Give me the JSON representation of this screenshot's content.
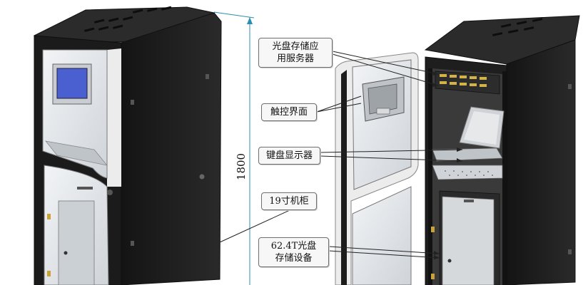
{
  "dimension": {
    "height_label": "1800"
  },
  "callouts": {
    "server": {
      "line1": "光盘存储应",
      "line2": "用服务器"
    },
    "touch": {
      "label": "触控界面"
    },
    "kvm": {
      "label": "键盘显示器"
    },
    "cabinet": {
      "label": "19寸机柜"
    },
    "storage": {
      "line1": "62.4T光盘",
      "line2": "存储设备"
    }
  },
  "colors": {
    "cabinet_body": "#1b1b1b",
    "cabinet_edge": "#3a3a3a",
    "door_frame": "#ececec",
    "screen": "#4a5fd0",
    "glass": "#e6e9ec",
    "dimension_line": "#2a8fb0",
    "leader_line": "#222222"
  }
}
